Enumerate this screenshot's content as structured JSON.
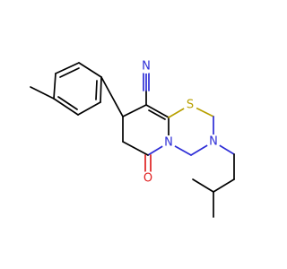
{
  "molecule": {
    "atoms": {
      "n_nitrile": {
        "symbol": "N",
        "color": "#2d2dd6"
      },
      "sulfur": {
        "symbol": "S",
        "color": "#b8a000"
      },
      "n_ring_bridge": {
        "symbol": "N",
        "color": "#2d2dd6"
      },
      "n_ring_amine": {
        "symbol": "N",
        "color": "#2d2dd6"
      },
      "o_carbonyl": {
        "symbol": "O",
        "color": "#e02020"
      }
    }
  }
}
